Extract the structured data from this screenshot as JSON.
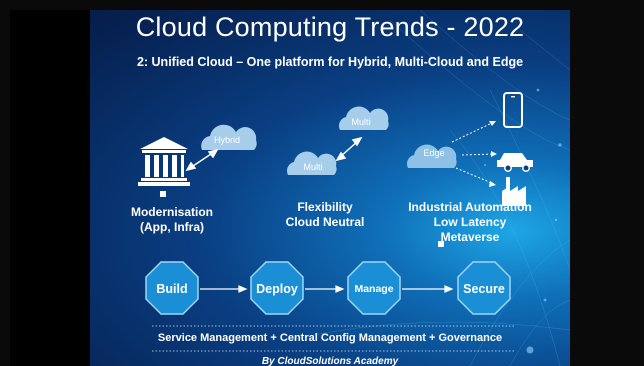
{
  "slide": {
    "title": "Cloud Computing Trends - 2022",
    "subtitle": "2: Unified Cloud – One platform for Hybrid, Multi-Cloud and Edge",
    "clouds": {
      "hybrid": "Hybrid",
      "multi_top": "Multi",
      "multi_bottom": "Multi",
      "edge": "Edge"
    },
    "captions": {
      "left_line1": "Modernisation",
      "left_line2": "(App, Infra)",
      "mid_line1": "Flexibility",
      "mid_line2": "Cloud Neutral",
      "right_line1": "Industrial Automation",
      "right_line2": "Low Latency",
      "right_line3": "Metaverse"
    },
    "steps": [
      "Build",
      "Deploy",
      "Manage",
      "Secure"
    ],
    "footer": "Service Management + Central Config Management + Governance",
    "credit": "By CloudSolutions Academy",
    "icons": [
      "bank-icon",
      "smartphone-icon",
      "car-icon",
      "factory-icon"
    ],
    "colors": {
      "background": "#07265a",
      "octagon": "#1b8fd6",
      "text": "#ffffff"
    }
  }
}
